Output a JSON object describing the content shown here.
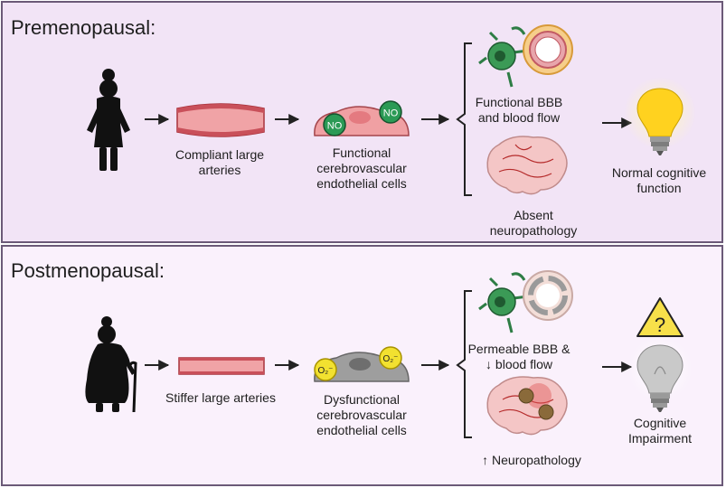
{
  "premenopausal": {
    "title": "Premenopausal:",
    "arteries": "Compliant large arteries",
    "endothelial": "Functional cerebrovascular endothelial cells",
    "no_label": "NO",
    "bbb": "Functional BBB and blood flow",
    "neuropathology": "Absent neuropathology",
    "outcome": "Normal cognitive function"
  },
  "postmenopausal": {
    "title": "Postmenopausal:",
    "arteries": "Stiffer large arteries",
    "endothelial": "Dysfunctional cerebrovascular endothelial cells",
    "superoxide_label": "O₂⁻",
    "bbb": "Permeable BBB & ↓ blood flow",
    "neuropathology": "↑ Neuropathology",
    "warning_symbol": "?",
    "outcome": "Cognitive Impairment"
  },
  "colors": {
    "pre_panel_bg": "#f2e4f6",
    "post_panel_bg": "#faf1fc",
    "panel_border": "#6b5a78",
    "artery_red": "#c9505a",
    "endothelial_pink": "#f0a0a3",
    "nitric_oxide_green": "#2b9a55",
    "superoxide_yellow": "#f2e130",
    "bulb_yellow": "#ffd21f",
    "warning_yellow": "#f7e04a"
  }
}
